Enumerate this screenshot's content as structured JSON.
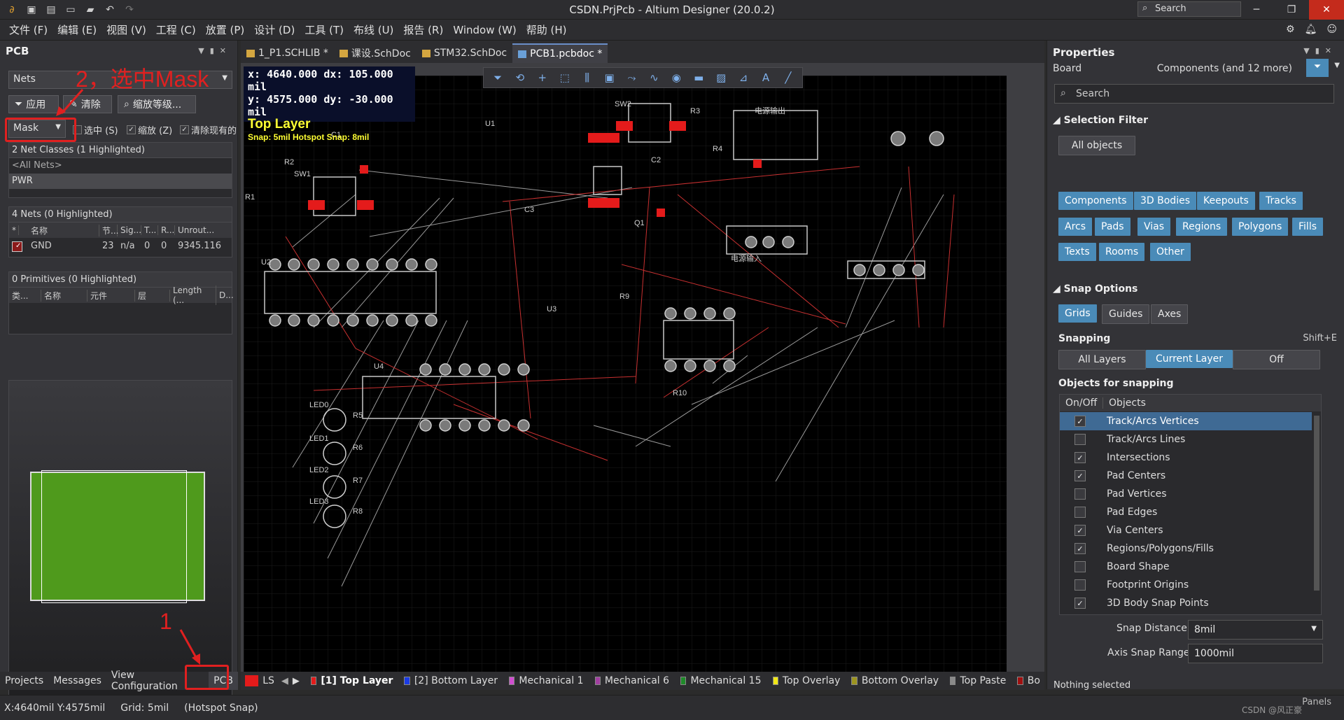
{
  "window": {
    "title": "CSDN.PrjPcb - Altium Designer (20.0.2)",
    "search_placeholder": "Search"
  },
  "menu": [
    "文件 (F)",
    "编辑 (E)",
    "视图 (V)",
    "工程 (C)",
    "放置 (P)",
    "设计 (D)",
    "工具 (T)",
    "布线 (U)",
    "报告 (R)",
    "Window (W)",
    "帮助 (H)"
  ],
  "left_panel": {
    "title": "PCB",
    "mode_select": "Nets",
    "apply_label": "应用",
    "clear_label": "清除",
    "zoom_label": "缩放等级...",
    "mask_select": "Mask",
    "check_select": "选中 (S)",
    "check_zoom": "缩放 (Z)",
    "check_clear": "清除现有的",
    "net_classes_header": "2 Net Classes (1 Highlighted)",
    "net_classes": [
      "<All Nets>",
      "PWR"
    ],
    "nets_header": "4 Nets (0 Highlighted)",
    "nets_columns": [
      "*",
      "名称",
      "节...",
      "Sig...",
      "T...",
      "R...",
      "Unrout..."
    ],
    "nets_rows": [
      {
        "name": "GND",
        "nodes": "23",
        "signal": "n/a",
        "t": "0",
        "r": "0",
        "unrouted": "9345.116"
      }
    ],
    "primitives_header": "0 Primitives (0 Highlighted)",
    "primitives_columns": [
      "类...",
      "名称",
      "元件",
      "层",
      "Length (...",
      "D..."
    ],
    "bottom_tabs": [
      "Projects",
      "Messages",
      "View Configuration",
      "PCB"
    ]
  },
  "doc_tabs": [
    "1_P1.SCHLIB *",
    "课设.SchDoc",
    "STM32.SchDoc",
    "PCB1.pcbdoc *"
  ],
  "coords_overlay": {
    "line1": "x:  4640.000  dx:  105.000 mil",
    "line2": "y:  4575.000  dy:  -30.000 mil",
    "layer": "Top Layer",
    "snap": "Snap: 5mil Hotspot Snap: 8mil"
  },
  "designators": [
    "SW2",
    "R3",
    "电源输出",
    "C1",
    "U1",
    "R4",
    "C2",
    "R2",
    "SW1",
    "R1",
    "C3",
    "Q1",
    "电源输入",
    "U2",
    "R9",
    "U3",
    "U4",
    "R10",
    "LED0",
    "R5",
    "LED1",
    "R6",
    "LED2",
    "R7",
    "LED3",
    "R8"
  ],
  "layers": {
    "ls_label": "LS",
    "items": [
      {
        "name": "[1] Top Layer",
        "color": "#e41b1b",
        "active": true
      },
      {
        "name": "[2] Bottom Layer",
        "color": "#1a3be6",
        "active": false
      },
      {
        "name": "Mechanical 1",
        "color": "#d04ed0",
        "active": false
      },
      {
        "name": "Mechanical 6",
        "color": "#a23fa2",
        "active": false
      },
      {
        "name": "Mechanical 15",
        "color": "#1f8a2a",
        "active": false
      },
      {
        "name": "Top Overlay",
        "color": "#f1e716",
        "active": false
      },
      {
        "name": "Bottom Overlay",
        "color": "#9c9420",
        "active": false
      },
      {
        "name": "Top Paste",
        "color": "#8a8a8a",
        "active": false
      },
      {
        "name": "Bo",
        "color": "#a01010",
        "active": false
      }
    ]
  },
  "properties": {
    "title": "Properties",
    "board_label": "Board",
    "board_value": "Components (and 12 more)",
    "search_placeholder": "Search",
    "selection_filter_title": "Selection Filter",
    "all_objects": "All objects",
    "filter_buttons": [
      [
        "Components",
        "3D Bodies",
        "Keepouts",
        "Tracks"
      ],
      [
        "Arcs",
        "Pads",
        "Vias",
        "Regions",
        "Polygons",
        "Fills"
      ],
      [
        "Texts",
        "Rooms",
        "Other"
      ]
    ],
    "snap_title": "Snap Options",
    "snap_buttons": [
      "Grids",
      "Guides",
      "Axes"
    ],
    "snapping_label": "Snapping",
    "snapping_shortcut": "Shift+E",
    "snapping_modes": [
      "All Layers",
      "Current Layer",
      "Off"
    ],
    "objects_title": "Objects for snapping",
    "objects_cols": [
      "On/Off",
      "Objects"
    ],
    "objects": [
      {
        "name": "Track/Arcs Vertices",
        "on": true
      },
      {
        "name": "Track/Arcs Lines",
        "on": false
      },
      {
        "name": "Intersections",
        "on": true
      },
      {
        "name": "Pad Centers",
        "on": true
      },
      {
        "name": "Pad Vertices",
        "on": false
      },
      {
        "name": "Pad Edges",
        "on": false
      },
      {
        "name": "Via Centers",
        "on": true
      },
      {
        "name": "Regions/Polygons/Fills",
        "on": true
      },
      {
        "name": "Board Shape",
        "on": false
      },
      {
        "name": "Footprint Origins",
        "on": false
      },
      {
        "name": "3D Body Snap Points",
        "on": true
      }
    ],
    "snap_distance_label": "Snap Distance",
    "snap_distance": "8mil",
    "axis_range_label": "Axis Snap Range",
    "axis_range": "1000mil",
    "nothing_selected": "Nothing selected",
    "panels_btn": "Panels"
  },
  "status": {
    "pos": "X:4640mil Y:4575mil",
    "grid": "Grid: 5mil",
    "snap": "(Hotspot Snap)"
  },
  "annotations": {
    "step1": "1",
    "step2": "2，选中Mask"
  },
  "watermark": "CSDN @风正豪"
}
